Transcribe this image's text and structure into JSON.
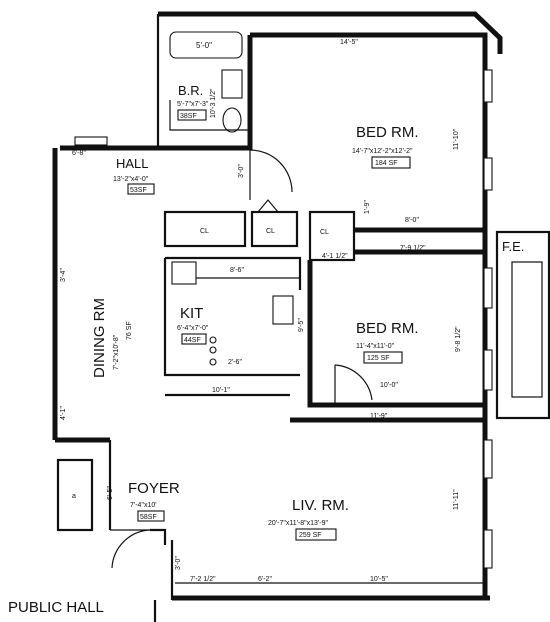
{
  "plan": {
    "rooms": {
      "bath": {
        "name": "B.R.",
        "size": "5'-7\"x7'-3\"",
        "area": "38SF"
      },
      "hall": {
        "name": "HALL",
        "size": "13'-2\"x4'-0\"",
        "area": "53SF"
      },
      "bed1": {
        "name": "BED RM.",
        "size": "14'-7\"x12'-2\"x12'-2\"",
        "area": "184 SF"
      },
      "kitchen": {
        "name": "KIT",
        "size": "6'-4\"x7'-0\"",
        "area": "44SF"
      },
      "dining": {
        "name": "DINING RM",
        "size": "7'-2\"x10'-8\"",
        "area": "76 SF"
      },
      "bed2": {
        "name": "BED RM.",
        "size": "11'-4\"x11'-0\"",
        "area": "125 SF"
      },
      "foyer": {
        "name": "FOYER",
        "size": "7'-4\"x10'",
        "area": "58SF"
      },
      "living": {
        "name": "LIV. RM.",
        "size": "20'-7\"x11'-8\"x13'-9\"",
        "area": "259 SF"
      }
    },
    "closets": [
      "CL",
      "CL",
      "CL"
    ],
    "fe": "F.E.",
    "public_hall": "PUBLIC HALL",
    "small_box": "a",
    "dims": {
      "tub": "5'-0\"",
      "top": "14'-5\"",
      "bath_right": "10'-3 1/2\"",
      "bed1_right": "11'-10\"",
      "hall_left": "6'-8\"",
      "hall_vert": "3'-0\"",
      "bed1_closet": "8'-0\"",
      "bed2_closet": "7'-9 1/2\"",
      "small_vert": "1'-9\"",
      "closet_small": "4'-1 1/2\"",
      "kit_top": "8'-6\"",
      "dining_left": "3'-4\"",
      "kit_side": "2'-6\"",
      "bed2_left": "9'-5\"",
      "bed2_right": "9'-8 1/2\"",
      "bed2_door": "10'-0\"",
      "kit_bottom": "10'-1\"",
      "liv_top": "11'-9\"",
      "liv_right": "11'-11\"",
      "dining_lower": "4'-1\"",
      "foyer_side": "6'-5\"",
      "foyer_bottom": "3'-0\"",
      "liv_b1": "7'-2 1/2\"",
      "liv_b2": "6'-2\"",
      "liv_b3": "10'-5\""
    }
  }
}
